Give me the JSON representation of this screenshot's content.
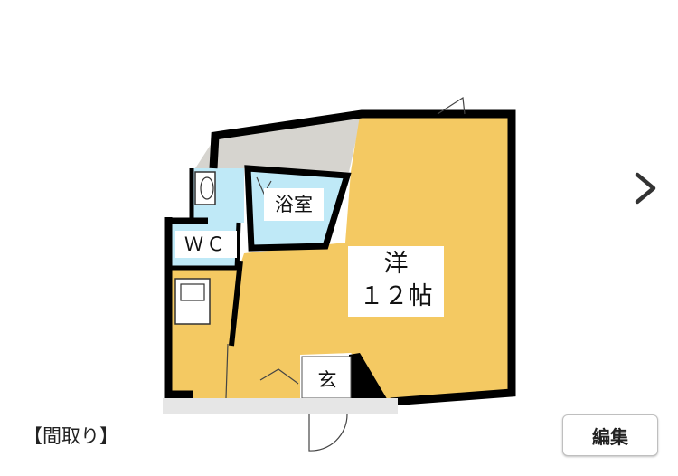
{
  "floorplan": {
    "rooms": {
      "wc": "ＷＣ",
      "bath": "浴室",
      "western_type": "洋",
      "western_size": "１２帖",
      "entrance": "玄"
    }
  },
  "caption": "【間取り】",
  "edit_label": "編集",
  "colors": {
    "room_fill": "#f4c962",
    "wet_area": "#bfe9f7",
    "balcony": "#d6d4cf",
    "wall": "#000000"
  },
  "icons": [
    "chevron-right-icon"
  ]
}
